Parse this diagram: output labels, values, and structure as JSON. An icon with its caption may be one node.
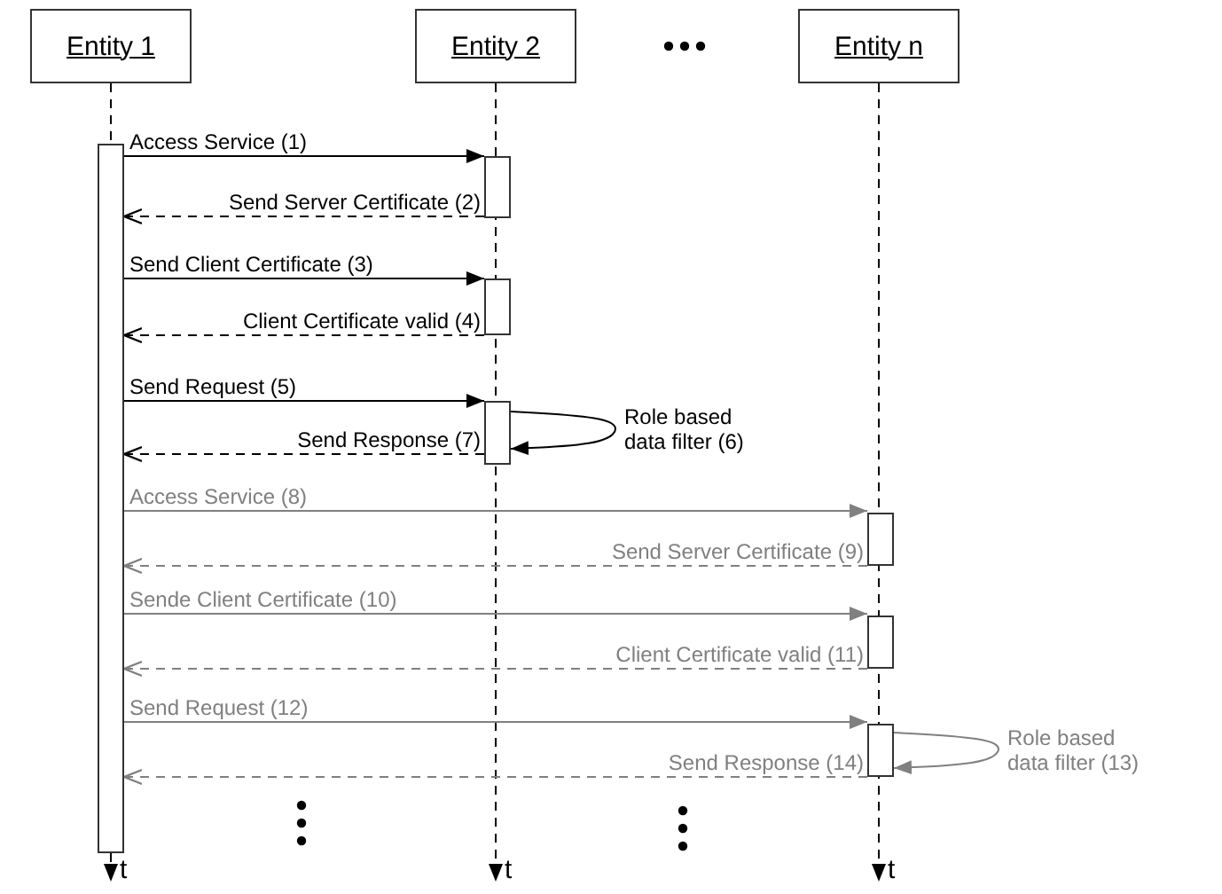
{
  "diagram": {
    "nodes": [
      {
        "text": [
          "Entity 1"
        ]
      },
      {
        "text": [
          "Entity 2"
        ]
      },
      {
        "text": [
          "Entity n"
        ]
      },
      {
        "text": [],
        "shape": "bar"
      },
      {
        "text": [],
        "shape": "bar"
      },
      {
        "text": [],
        "shape": "bar"
      },
      {
        "text": [],
        "shape": "bar"
      },
      {
        "text": [],
        "shape": "bar"
      },
      {
        "text": [],
        "shape": "bar"
      },
      {
        "text": [],
        "shape": "bar"
      }
    ],
    "edges": [
      {
        "from": 0,
        "to": 3,
        "arrow": "none",
        "style": "dashed"
      },
      {
        "from": 1,
        "to": null,
        "arrow": "to",
        "style": "dashed",
        "label": "t"
      },
      {
        "from": 2,
        "to": null,
        "arrow": "to",
        "style": "dashed",
        "label": "t"
      },
      {
        "from": 3,
        "to": 4,
        "arrow": "to",
        "label": "Access Service (1)"
      },
      {
        "from": 4,
        "to": 3,
        "arrow": "to",
        "style": "dashed",
        "label": "Send Server Certificate (2)"
      },
      {
        "from": 3,
        "to": 5,
        "arrow": "to",
        "label": "Send Client Certificate (3)"
      },
      {
        "from": 5,
        "to": 3,
        "arrow": "to",
        "style": "dashed",
        "label": "Client Certificate valid (4)"
      },
      {
        "from": 3,
        "to": 6,
        "arrow": "to",
        "label": "Send Request (5)"
      },
      {
        "from": 6,
        "to": 6,
        "arrow": "to",
        "label": "Role based data filter (6)"
      },
      {
        "from": 6,
        "to": 3,
        "arrow": "to",
        "style": "dashed",
        "label": "Send Response (7)"
      },
      {
        "from": 3,
        "to": 7,
        "arrow": "to",
        "color": "#808080",
        "label": "Access Service (8)"
      },
      {
        "from": 7,
        "to": 3,
        "arrow": "to",
        "style": "dashed",
        "color": "#808080",
        "label": "Send Server Certificate (9)"
      },
      {
        "from": 3,
        "to": 8,
        "arrow": "to",
        "color": "#808080",
        "label": "Sende Client Certificate (10)"
      },
      {
        "from": 8,
        "to": 3,
        "arrow": "to",
        "style": "dashed",
        "color": "#808080",
        "label": "Client Certificate valid (11)"
      },
      {
        "from": 3,
        "to": 9,
        "arrow": "to",
        "color": "#808080",
        "label": "Send Request (12)"
      },
      {
        "from": 9,
        "to": 9,
        "arrow": "to",
        "color": "#808080",
        "label": "Role based data filter (13)"
      },
      {
        "from": 9,
        "to": 3,
        "arrow": "to",
        "style": "dashed",
        "color": "#808080",
        "label": "Send Response (14)"
      },
      {
        "from": 3,
        "to": null,
        "arrow": "to",
        "style": "dashed",
        "label": "t"
      }
    ]
  }
}
